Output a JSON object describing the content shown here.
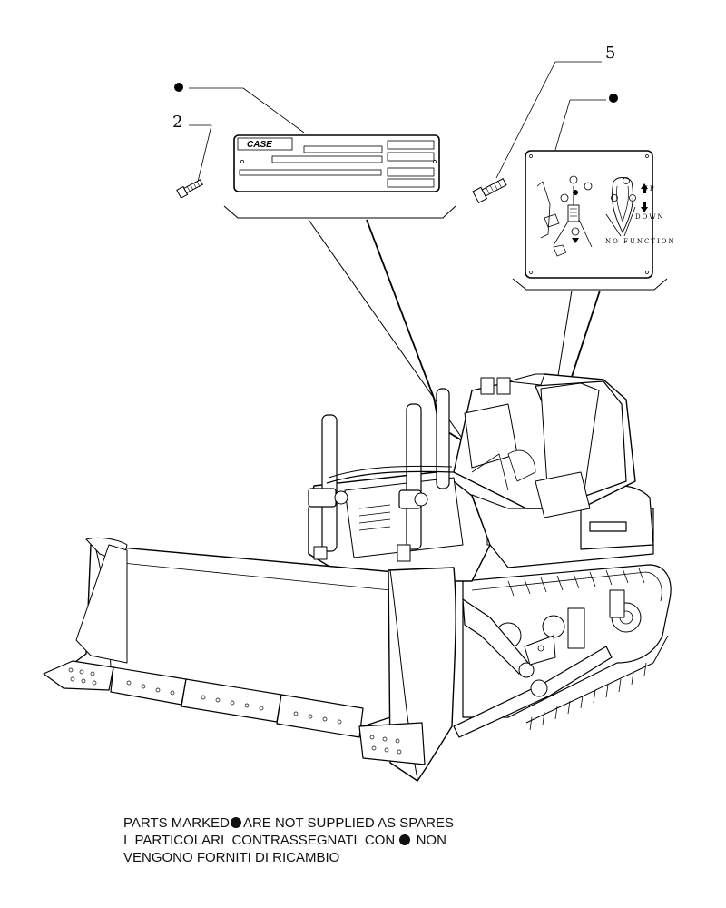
{
  "callouts": {
    "label_bolt": "2",
    "decal_bolt": "5"
  },
  "plate": {
    "logo_text": "CASE"
  },
  "decal": {
    "up_label": "UP",
    "down_label": "DOWN",
    "no_function_label": "NO FUNCTION"
  },
  "note": {
    "line1_before": "PARTS MARKED",
    "line1_after": "ARE NOT SUPPLIED AS SPARES",
    "line2_before": "I  PARTICOLARI  CONTRASSEGNATI  CON",
    "line2_after": "NON",
    "line3": "VENGONO FORNITI DI RICAMBIO"
  }
}
